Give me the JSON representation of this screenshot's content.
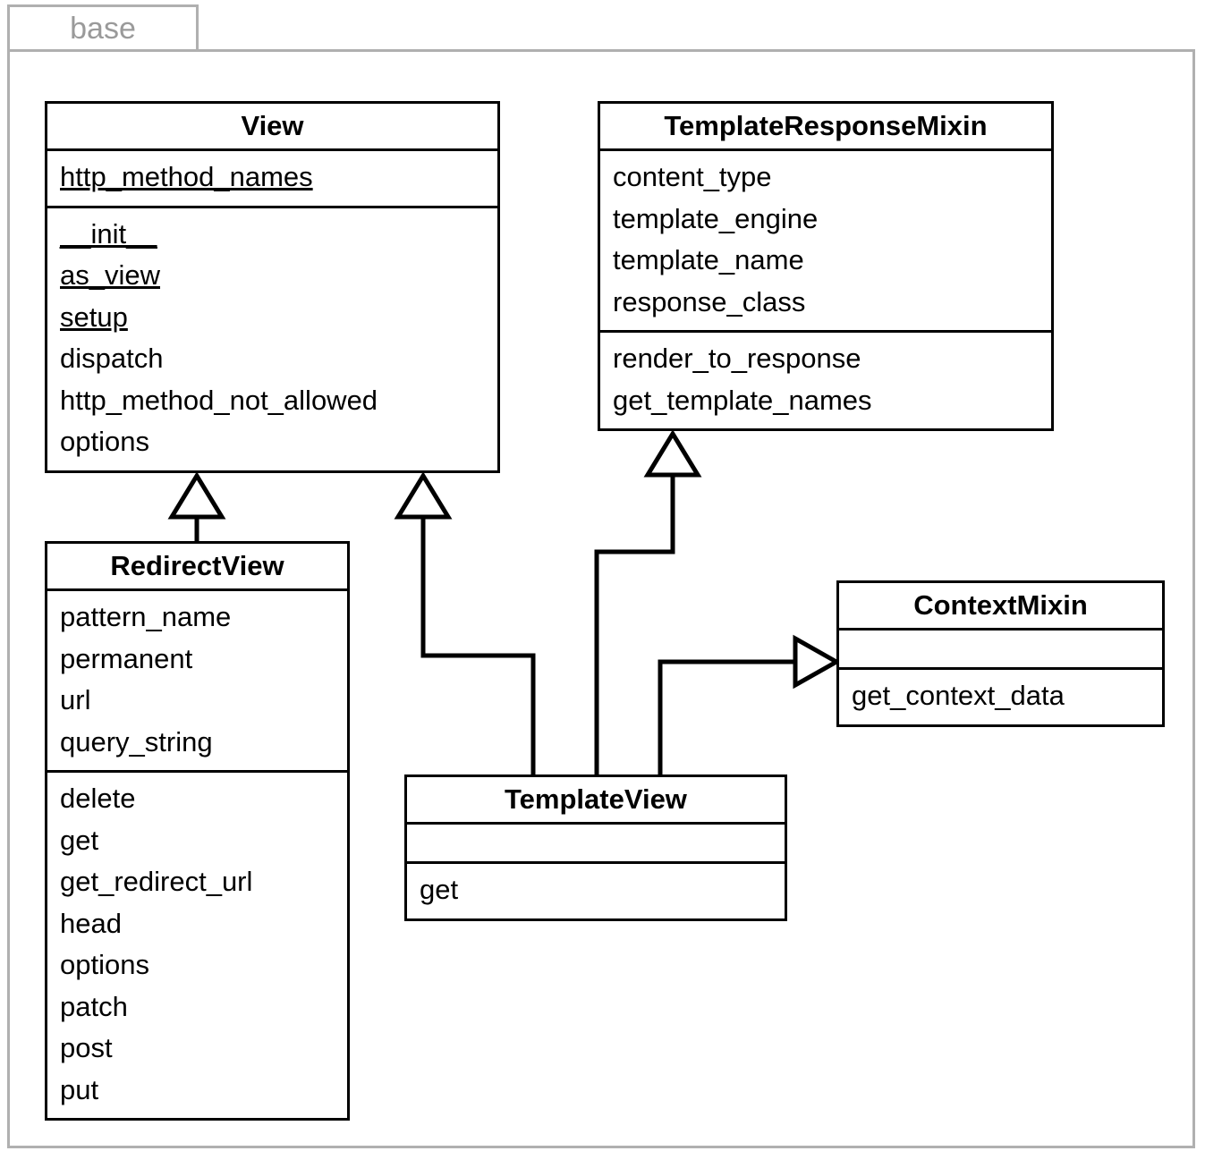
{
  "package": {
    "tab_label": "base",
    "frame_color": "#b0b0b0",
    "label_color": "#9a9a9a"
  },
  "diagram": {
    "type": "uml-class-diagram",
    "line_color": "#000000",
    "background": "#ffffff"
  },
  "classes": {
    "view": {
      "name": "View",
      "attributes": [
        {
          "label": "http_method_names",
          "static": true
        }
      ],
      "methods": [
        {
          "label": "__init__",
          "static": true
        },
        {
          "label": "as_view",
          "static": true
        },
        {
          "label": "setup",
          "static": true
        },
        {
          "label": "dispatch",
          "static": false
        },
        {
          "label": "http_method_not_allowed",
          "static": false
        },
        {
          "label": "options",
          "static": false
        }
      ]
    },
    "template_response_mixin": {
      "name": "TemplateResponseMixin",
      "attributes": [
        {
          "label": "content_type",
          "static": false
        },
        {
          "label": "template_engine",
          "static": false
        },
        {
          "label": "template_name",
          "static": false
        },
        {
          "label": "response_class",
          "static": false
        }
      ],
      "methods": [
        {
          "label": "render_to_response",
          "static": false
        },
        {
          "label": "get_template_names",
          "static": false
        }
      ]
    },
    "redirect_view": {
      "name": "RedirectView",
      "attributes": [
        {
          "label": "pattern_name",
          "static": false
        },
        {
          "label": "permanent",
          "static": false
        },
        {
          "label": "url",
          "static": false
        },
        {
          "label": "query_string",
          "static": false
        }
      ],
      "methods": [
        {
          "label": "delete",
          "static": false
        },
        {
          "label": "get",
          "static": false
        },
        {
          "label": "get_redirect_url",
          "static": false
        },
        {
          "label": "head",
          "static": false
        },
        {
          "label": "options",
          "static": false
        },
        {
          "label": "patch",
          "static": false
        },
        {
          "label": "post",
          "static": false
        },
        {
          "label": "put",
          "static": false
        }
      ]
    },
    "context_mixin": {
      "name": "ContextMixin",
      "attributes": [],
      "methods": [
        {
          "label": "get_context_data",
          "static": false
        }
      ]
    },
    "template_view": {
      "name": "TemplateView",
      "attributes": [],
      "methods": [
        {
          "label": "get",
          "static": false
        }
      ]
    }
  },
  "relationships": [
    {
      "name": "redirectview-inherits-view",
      "kind": "generalization",
      "from": "RedirectView",
      "to": "View"
    },
    {
      "name": "templateview-inherits-view",
      "kind": "generalization",
      "from": "TemplateView",
      "to": "View"
    },
    {
      "name": "templateview-inherits-templateresponsemixin",
      "kind": "generalization",
      "from": "TemplateView",
      "to": "TemplateResponseMixin"
    },
    {
      "name": "templateview-inherits-contextmixin",
      "kind": "generalization",
      "from": "TemplateView",
      "to": "ContextMixin"
    }
  ]
}
